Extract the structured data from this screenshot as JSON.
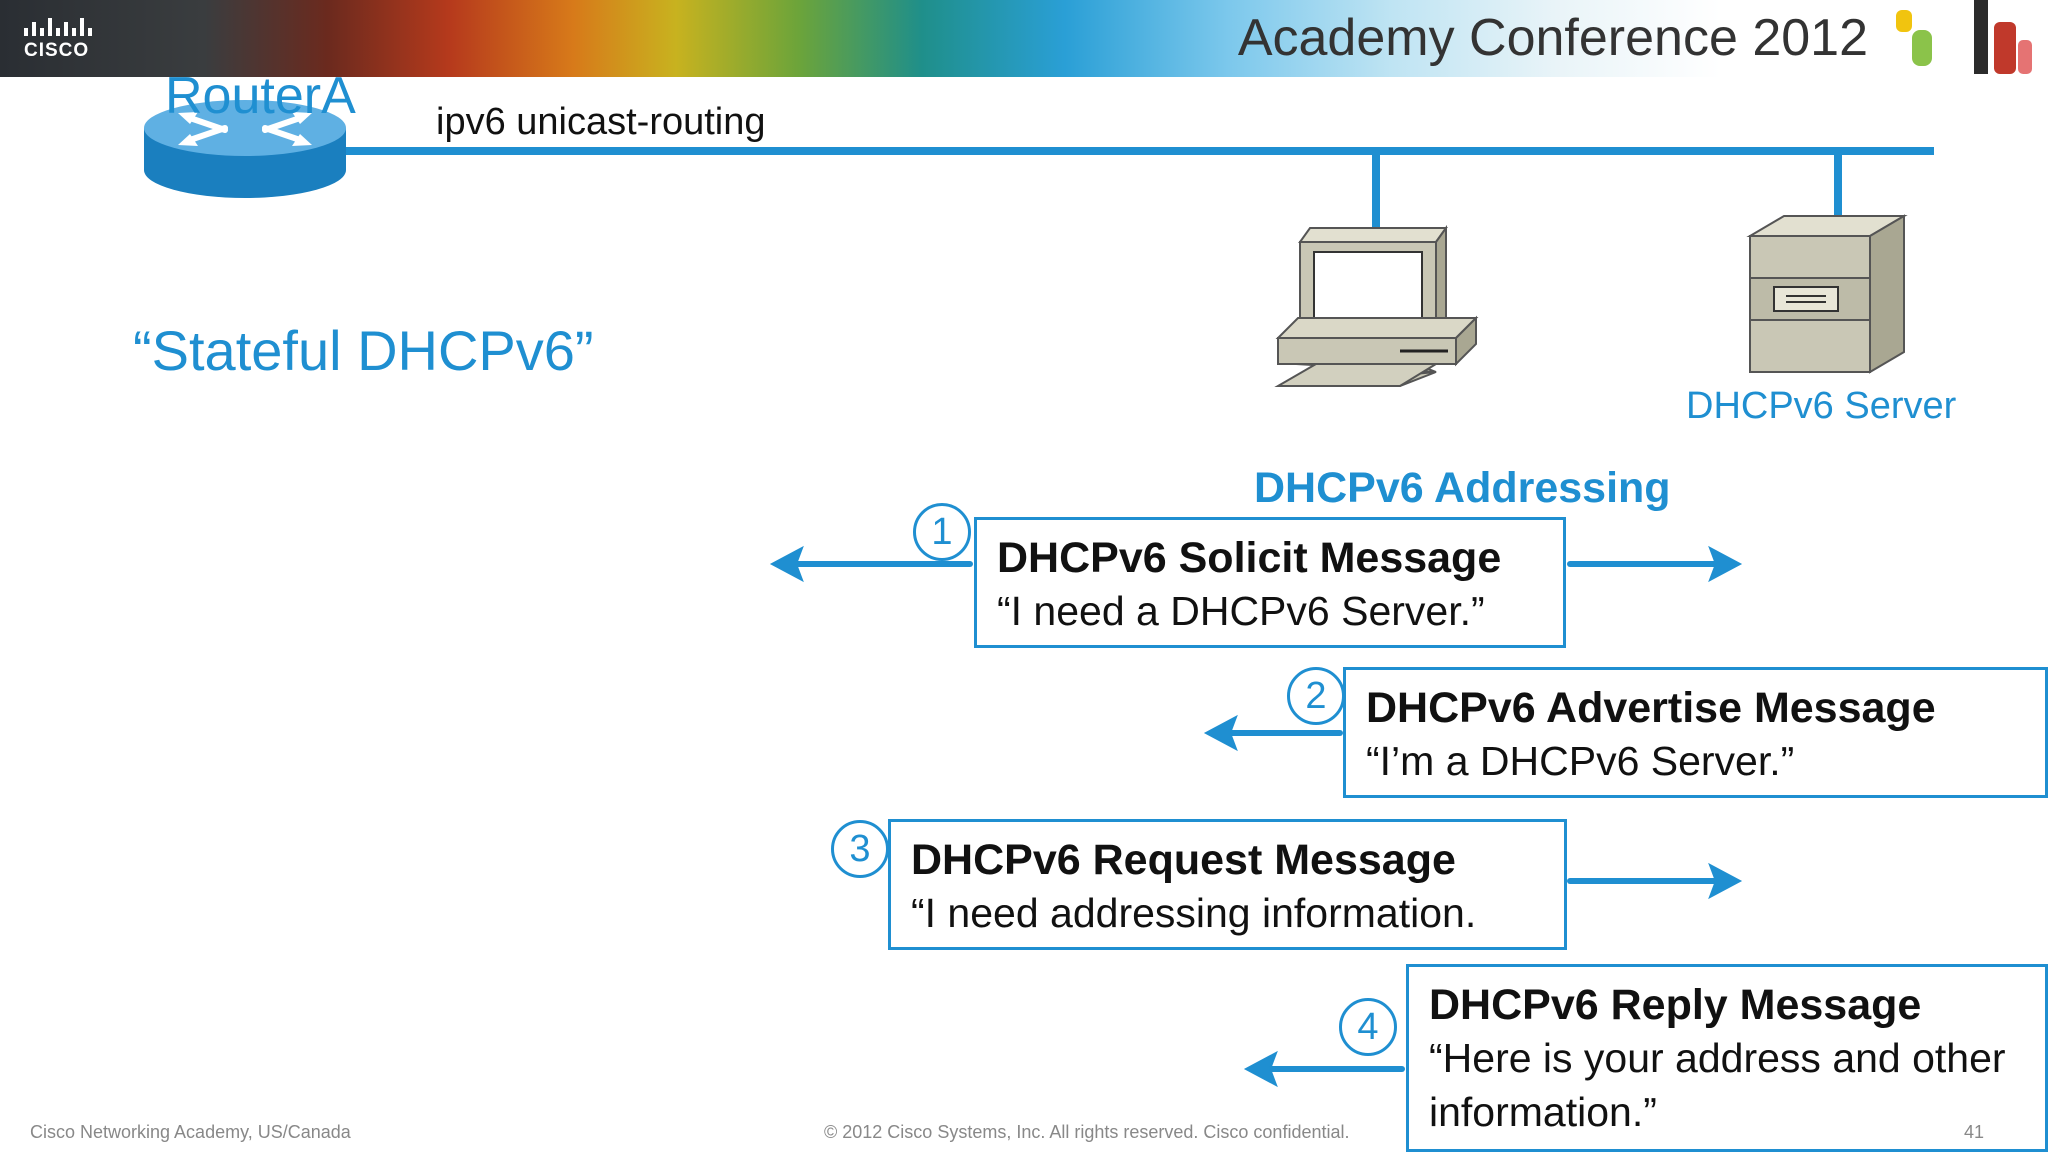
{
  "header": {
    "cisco_wordmark": "CISCO",
    "conference_title": "Academy Conference 2012"
  },
  "diagram": {
    "router_name": "RouterA",
    "router_command": "ipv6 unicast-routing",
    "mode_label": "“Stateful DHCPv6”",
    "server_label": "DHCPv6 Server",
    "section_title": "DHCPv6 Addressing",
    "messages": [
      {
        "number": "1",
        "title": "DHCPv6 Solicit Message",
        "quote": "“I need a DHCPv6 Server.”"
      },
      {
        "number": "2",
        "title": "DHCPv6 Advertise Message",
        "quote": "“I’m a DHCPv6 Server.”"
      },
      {
        "number": "3",
        "title": "DHCPv6 Request Message",
        "quote": "“I need addressing information."
      },
      {
        "number": "4",
        "title": "DHCPv6 Reply Message",
        "quote": "“Here is your address and other information.”"
      }
    ],
    "colors": {
      "accent": "#1f8fd1",
      "device": "#c9c7b5"
    }
  },
  "footer": {
    "left": "Cisco Networking Academy, US/Canada",
    "center": "© 2012 Cisco Systems, Inc. All rights reserved. Cisco confidential.",
    "page": "41"
  }
}
